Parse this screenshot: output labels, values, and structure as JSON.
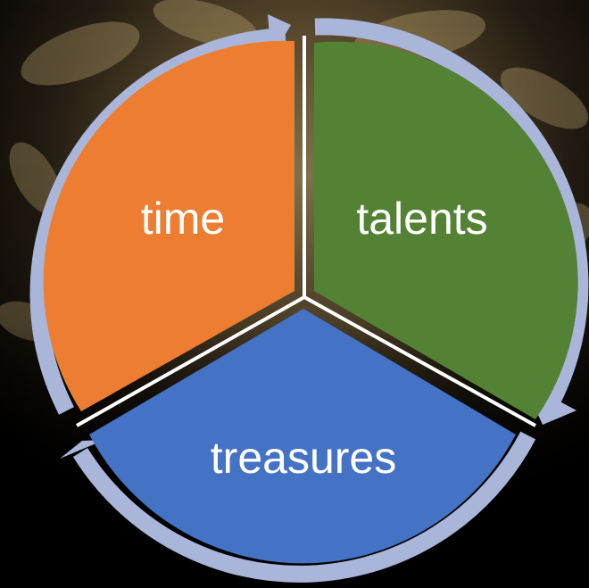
{
  "diagram": {
    "segments": [
      {
        "id": "time",
        "label": "time",
        "color": "#ED7D31"
      },
      {
        "id": "talents",
        "label": "talents",
        "color": "#548235"
      },
      {
        "id": "treasures",
        "label": "treasures",
        "color": "#4472C4"
      }
    ],
    "arrow_color": "#A9B6DA",
    "divider_color": "#FFFFFF"
  }
}
